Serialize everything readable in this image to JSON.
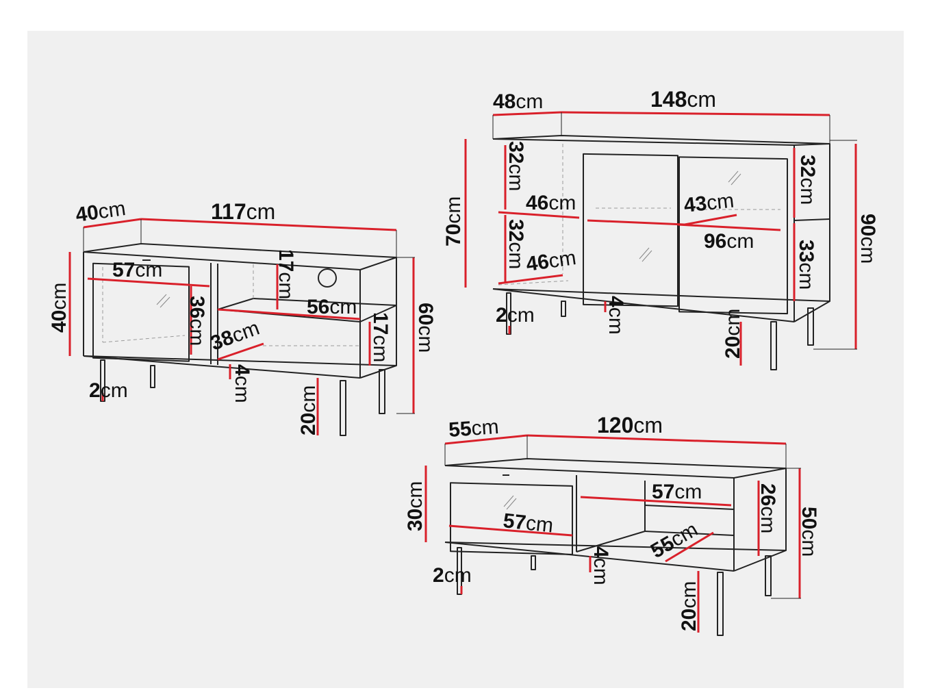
{
  "colors": {
    "background": "#f0f0f0",
    "furniture_outline": "#222222",
    "hidden_line": "#9a9a9a",
    "dimension_line": "#d9202a",
    "text": "#111111"
  },
  "unit": "cm",
  "tv_cabinet": {
    "depth": "40",
    "width": "117",
    "side_height": "40",
    "door_width": "57",
    "door_height": "36",
    "shelf_width": "56",
    "inner_depth": "38",
    "upper_opening": "17",
    "lower_opening": "17",
    "total_height": "60",
    "leg_width": "2",
    "base_height": "4",
    "leg_height": "20"
  },
  "sideboard": {
    "depth": "48",
    "width": "148",
    "body_height": "70",
    "total_height": "90",
    "left_upper_height": "32",
    "left_lower_height": "32",
    "left_upper_shelf": "46",
    "left_lower_shelf": "46",
    "middle_shelf": "43",
    "right_shelf": "96",
    "right_upper_height": "32",
    "right_lower_height": "33",
    "leg_width": "2",
    "base_height": "4",
    "leg_height": "20"
  },
  "coffee_table": {
    "depth": "55",
    "width": "120",
    "side_height": "30",
    "drawer_width": "57",
    "top_shelf_width": "57",
    "inner_height": "26",
    "total_height": "50",
    "inner_depth": "55",
    "leg_width": "2",
    "base_height": "4",
    "leg_height": "20"
  }
}
